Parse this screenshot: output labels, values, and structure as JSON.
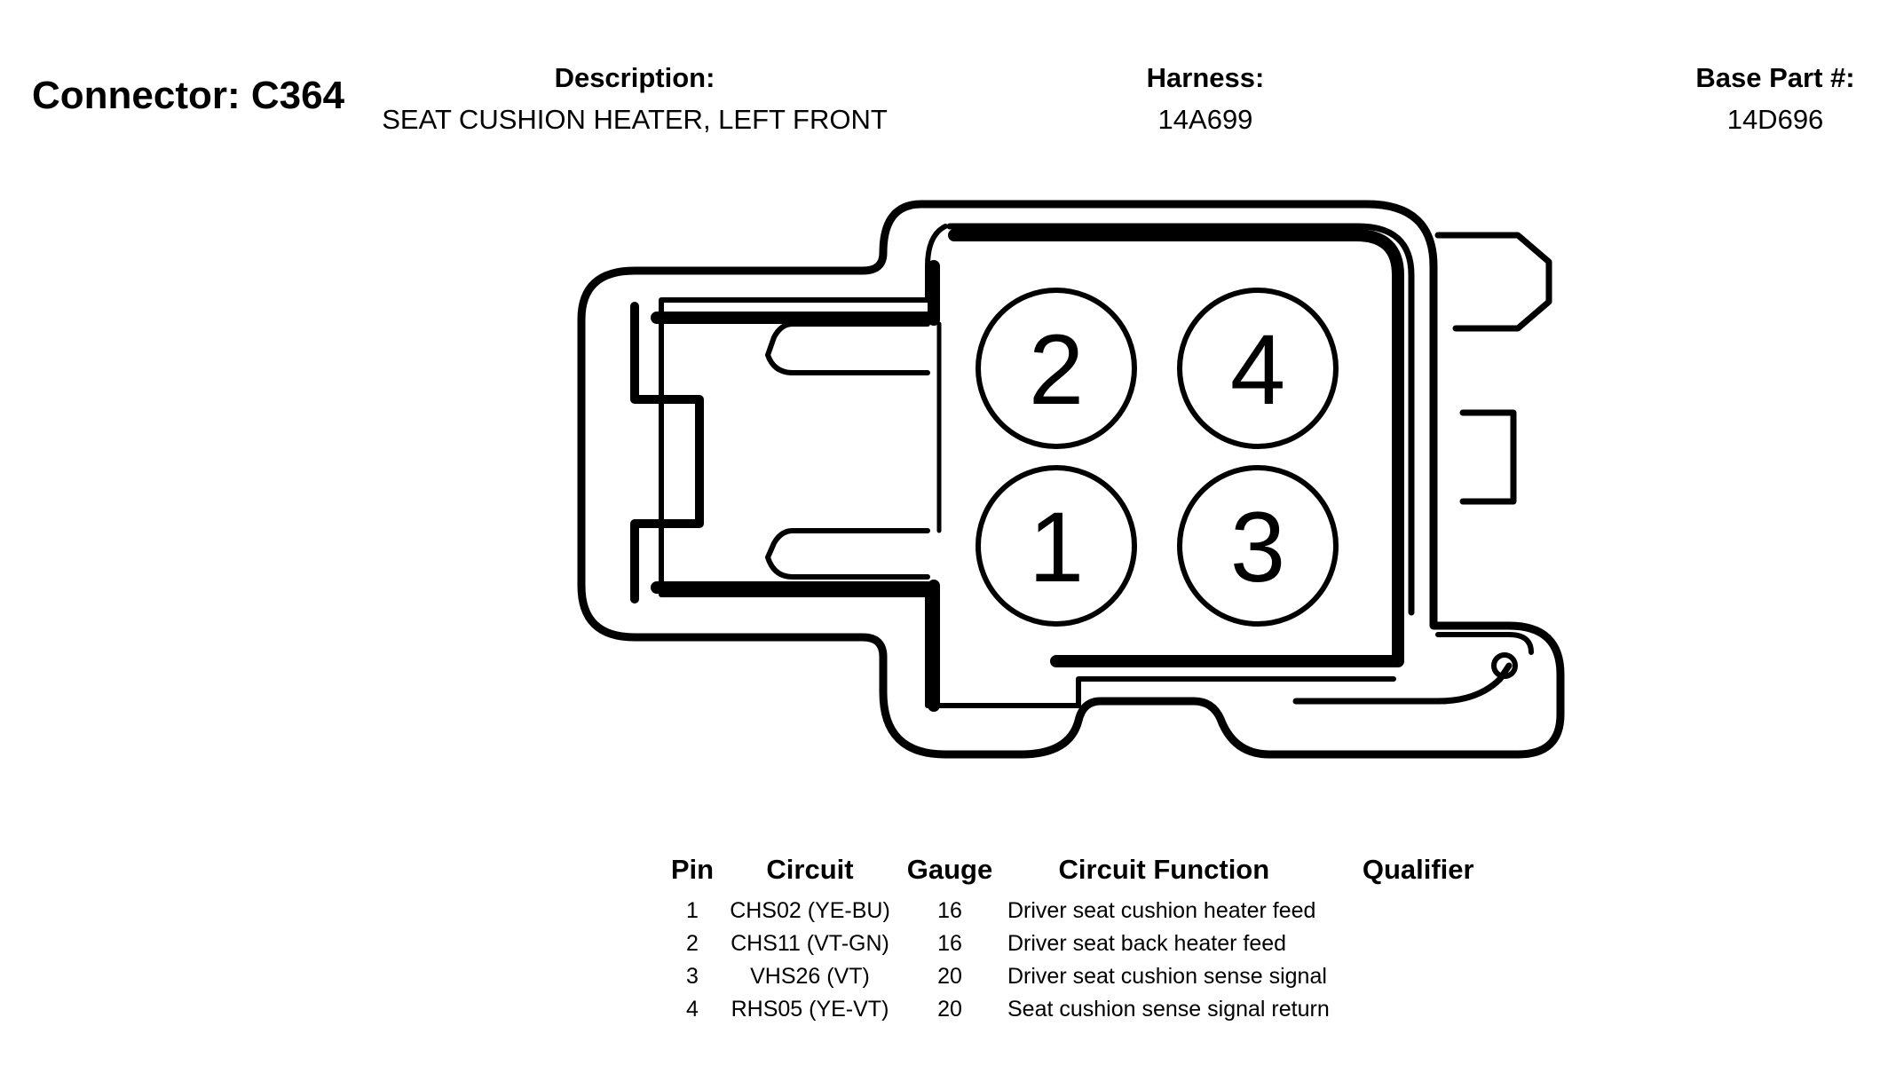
{
  "header": {
    "connector_label": "Connector: C364",
    "description_label": "Description:",
    "description_value": "SEAT CUSHION HEATER, LEFT FRONT",
    "harness_label": "Harness:",
    "harness_value": "14A699",
    "base_part_label": "Base Part #:",
    "base_part_value": "14D696"
  },
  "diagram": {
    "pin_labels": [
      "2",
      "4",
      "1",
      "3"
    ],
    "line_color": "#000000",
    "background_color": "#ffffff"
  },
  "table": {
    "headers": [
      "Pin",
      "Circuit",
      "Gauge",
      "Circuit Function",
      "Qualifier"
    ],
    "rows": [
      {
        "pin": "1",
        "circuit": "CHS02 (YE-BU)",
        "gauge": "16",
        "function": "Driver seat cushion heater feed",
        "qualifier": ""
      },
      {
        "pin": "2",
        "circuit": "CHS11 (VT-GN)",
        "gauge": "16",
        "function": "Driver seat back heater feed",
        "qualifier": ""
      },
      {
        "pin": "3",
        "circuit": "VHS26 (VT)",
        "gauge": "20",
        "function": "Driver seat cushion sense signal",
        "qualifier": ""
      },
      {
        "pin": "4",
        "circuit": "RHS05 (YE-VT)",
        "gauge": "20",
        "function": "Seat cushion sense signal return",
        "qualifier": ""
      }
    ]
  }
}
